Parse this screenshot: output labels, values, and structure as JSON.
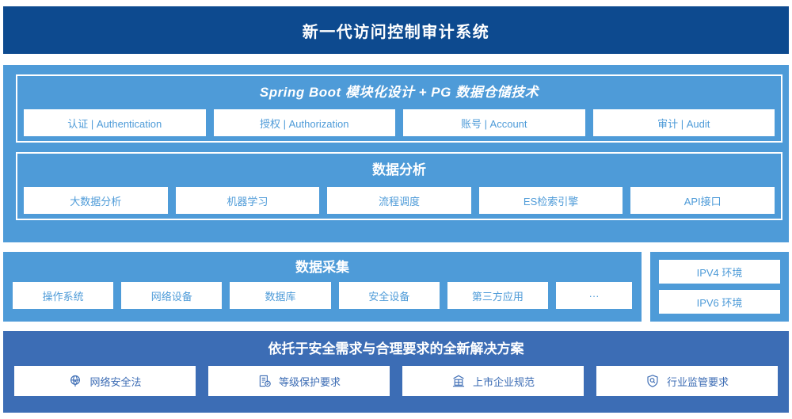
{
  "header": {
    "title": "新一代访问控制审计系统"
  },
  "platform": {
    "springboot": {
      "title": "Spring Boot 模块化设计 + PG 数据仓储技术",
      "items": [
        {
          "label": "认证 | Authentication"
        },
        {
          "label": "授权 | Authorization"
        },
        {
          "label": "账号 | Account"
        },
        {
          "label": "审计 | Audit"
        }
      ]
    },
    "analysis": {
      "title": "数据分析",
      "items": [
        {
          "label": "大数据分析"
        },
        {
          "label": "机器学习"
        },
        {
          "label": "流程调度"
        },
        {
          "label": "ES检索引擎"
        },
        {
          "label": "API接口"
        }
      ]
    }
  },
  "collection": {
    "title": "数据采集",
    "items": [
      {
        "label": "操作系统"
      },
      {
        "label": "网络设备"
      },
      {
        "label": "数据库"
      },
      {
        "label": "安全设备"
      },
      {
        "label": "第三方应用"
      },
      {
        "label": "···"
      }
    ]
  },
  "ip_environment": {
    "items": [
      {
        "label": "IPV4 环境"
      },
      {
        "label": "IPV6 环境"
      }
    ]
  },
  "solution": {
    "title": "依托于安全需求与合理要求的全新解决方案",
    "items": [
      {
        "label": "网络安全法",
        "icon": "globe-icon"
      },
      {
        "label": "等级保护要求",
        "icon": "document-check-icon"
      },
      {
        "label": "上市企业规范",
        "icon": "bank-icon"
      },
      {
        "label": "行业监管要求",
        "icon": "shield-search-icon"
      }
    ]
  },
  "colors": {
    "header_navy": "#0d4a8f",
    "band_blue": "#4e9bd8",
    "solution_blue": "#3c6db5",
    "chip_text_blue": "#4e9bd8",
    "solution_text_blue": "#3c6cb4",
    "white": "#ffffff"
  }
}
